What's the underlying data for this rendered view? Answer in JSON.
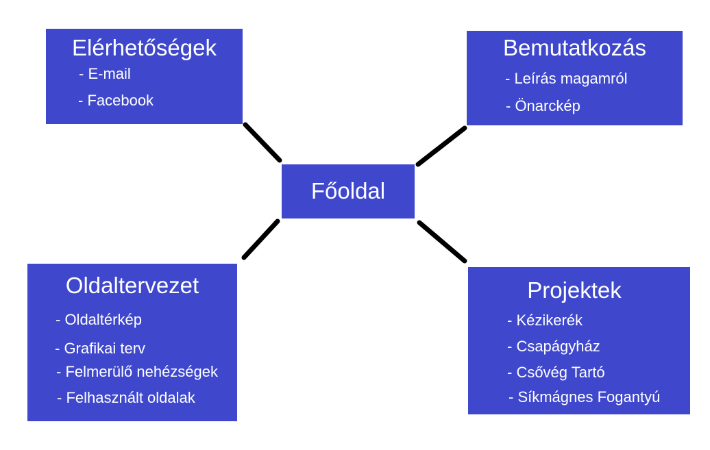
{
  "center": {
    "title": "Főoldal"
  },
  "contacts": {
    "title": "Elérhetőségek",
    "items": [
      "- E-mail",
      "- Facebook"
    ]
  },
  "intro": {
    "title": "Bemutatkozás",
    "items": [
      "- Leírás magamról",
      "- Önarckép"
    ]
  },
  "planner": {
    "title": "Oldaltervezet",
    "items": [
      "- Oldaltérkép",
      "- Grafikai terv",
      "- Felmerülő nehézségek",
      "- Felhasznált oldalak"
    ]
  },
  "projects": {
    "title": "Projektek",
    "items": [
      "- Kézikerék",
      "- Csapágyház",
      "- Csővég Tartó",
      "- Síkmágnes Fogantyú"
    ]
  },
  "colors": {
    "box_fill": "#3f48cc",
    "box_text": "#ffffff",
    "connector": "#000000"
  }
}
